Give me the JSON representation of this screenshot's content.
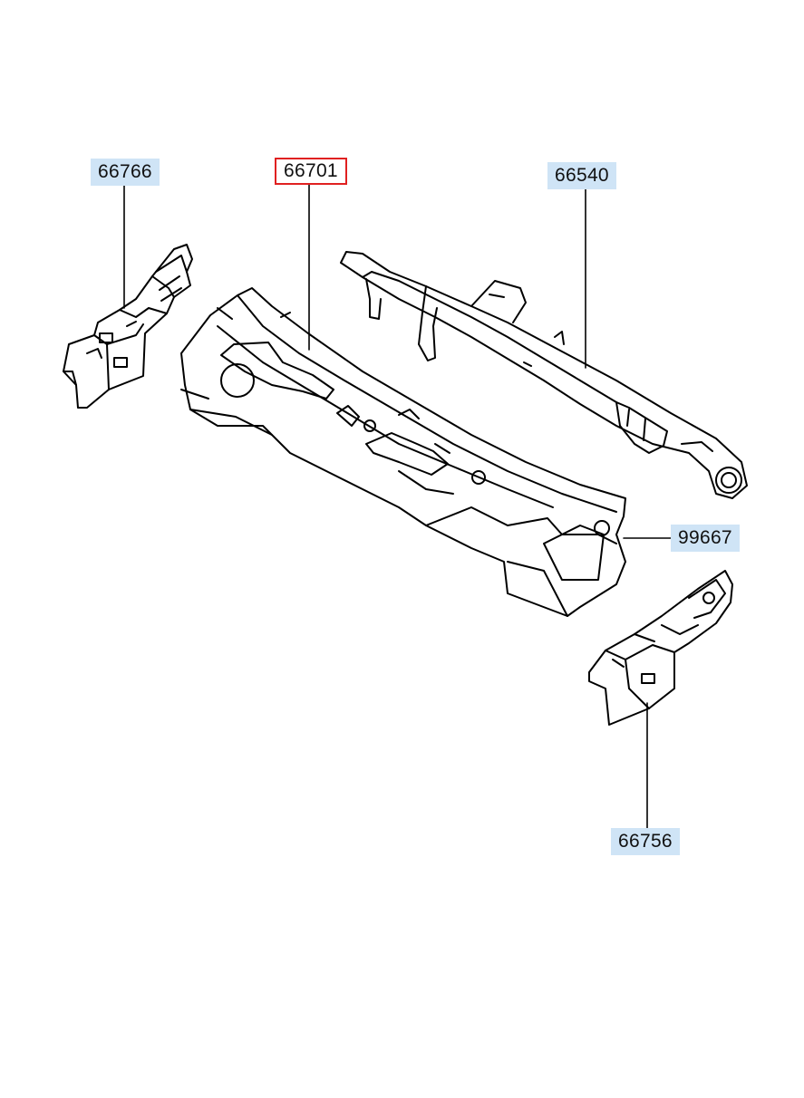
{
  "callouts": [
    {
      "id": "66766",
      "selected": false
    },
    {
      "id": "66701",
      "selected": true
    },
    {
      "id": "66540",
      "selected": false
    },
    {
      "id": "99667",
      "selected": false
    },
    {
      "id": "66756",
      "selected": false
    }
  ],
  "colors": {
    "label_background": "#cfe4f6",
    "selected_border": "#e02020",
    "line": "#000000",
    "background": "#ffffff"
  },
  "icons": [
    "side-bracket-left-icon",
    "cowl-top-panel-icon",
    "cowl-cross-member-icon",
    "side-bracket-right-icon"
  ]
}
